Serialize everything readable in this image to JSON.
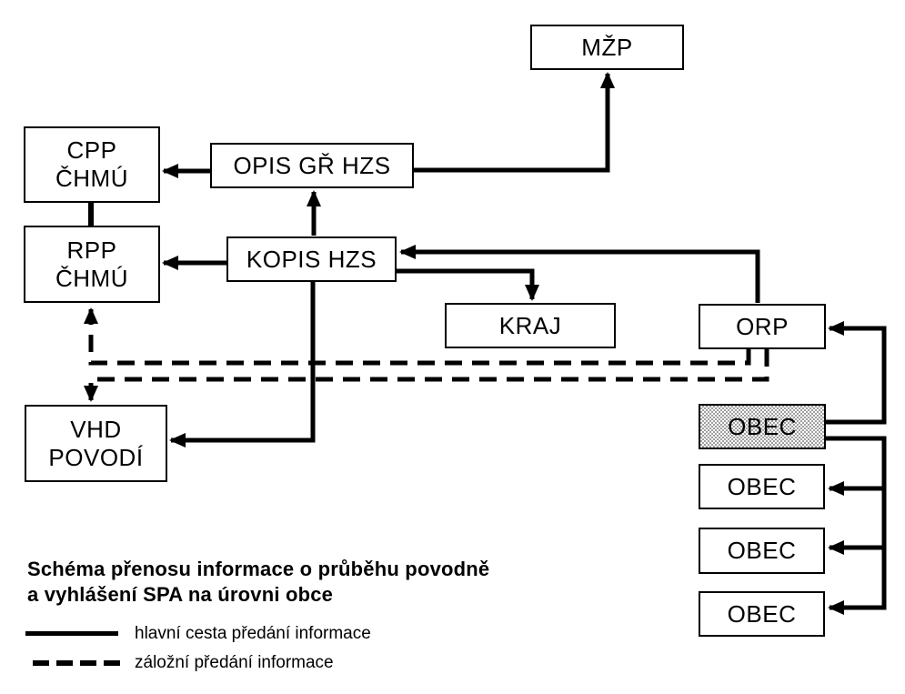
{
  "title": {
    "line1": "Schéma přenosu informace o průběhu povodně",
    "line2": "a vyhlášení SPA na úrovni obce"
  },
  "legend": {
    "solid_label": "hlavní cesta předání informace",
    "dashed_label": "záložní předání informace"
  },
  "nodes": {
    "mzp": {
      "label": "MŽP"
    },
    "cpp": {
      "line1": "CPP",
      "line2": "ČHMÚ"
    },
    "opis": {
      "label": "OPIS GŘ HZS"
    },
    "rpp": {
      "line1": "RPP",
      "line2": "ČHMÚ"
    },
    "kopis": {
      "label": "KOPIS HZS"
    },
    "kraj": {
      "label": "KRAJ"
    },
    "orp": {
      "label": "ORP"
    },
    "vhd": {
      "line1": "VHD",
      "line2": "POVODÍ"
    },
    "obec1": {
      "label": "OBEC",
      "highlighted": true
    },
    "obec2": {
      "label": "OBEC"
    },
    "obec3": {
      "label": "OBEC"
    },
    "obec4": {
      "label": "OBEC"
    }
  },
  "edges": [
    {
      "from": "OPIS GŘ HZS",
      "to": "MŽP",
      "type": "solid-arrow"
    },
    {
      "from": "OPIS GŘ HZS",
      "to": "CPP ČHMÚ",
      "type": "solid-arrow"
    },
    {
      "from": "KOPIS HZS",
      "to": "OPIS GŘ HZS",
      "type": "solid-arrow"
    },
    {
      "from": "KOPIS HZS",
      "to": "RPP ČHMÚ",
      "type": "solid-arrow"
    },
    {
      "from": "KOPIS HZS",
      "to": "KRAJ",
      "type": "solid-arrow"
    },
    {
      "from": "KOPIS HZS",
      "to": "VHD POVODÍ",
      "type": "solid-arrow"
    },
    {
      "from": "ORP",
      "to": "KOPIS HZS",
      "type": "solid-arrow"
    },
    {
      "from": "CPP ČHMÚ",
      "to": "RPP ČHMÚ",
      "type": "solid-plain"
    },
    {
      "from": "OBEC",
      "to": "ORP",
      "type": "solid-arrow"
    },
    {
      "from": "OBEC",
      "to": "OBEC",
      "type": "solid-arrow"
    },
    {
      "from": "ORP",
      "to": "RPP ČHMÚ",
      "type": "dashed-arrow"
    },
    {
      "from": "ORP",
      "to": "VHD POVODÍ",
      "type": "dashed-arrow"
    }
  ],
  "colors": {
    "line": "#000000",
    "background": "#ffffff",
    "highlight_fill": "#cfcfcf"
  }
}
